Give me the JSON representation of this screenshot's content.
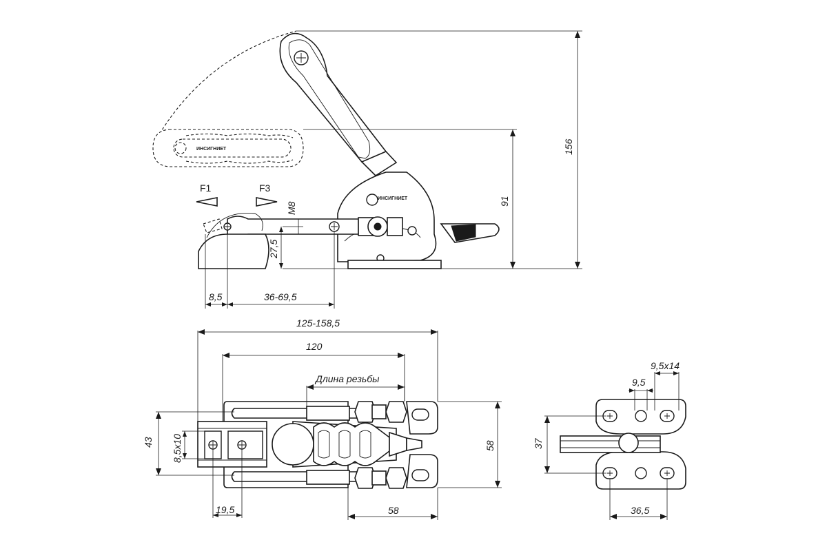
{
  "side_view": {
    "force_labels": [
      "F1",
      "F3"
    ],
    "thread_label": "M8",
    "dim_height_total": "156",
    "dim_height_handle": "91",
    "dim_base_height": "27,5",
    "dim_spindle_offset": "8,5",
    "dim_stroke_range": "36-69,5",
    "brand": "ИНСИГНИЕТ"
  },
  "top_view": {
    "dim_total_length": "125-158,5",
    "dim_length": "120",
    "thread_length_label": "Длина резьбы",
    "dim_width": "43",
    "dim_slot": "8,5x10",
    "dim_tip_offset": "19,5",
    "dim_base_width": "58",
    "dim_base_length": "58"
  },
  "end_view": {
    "dim_slot": "9,5x14",
    "dim_hole": "9,5",
    "dim_hole_spacing": "37",
    "dim_hole_pitch": "36,5"
  }
}
